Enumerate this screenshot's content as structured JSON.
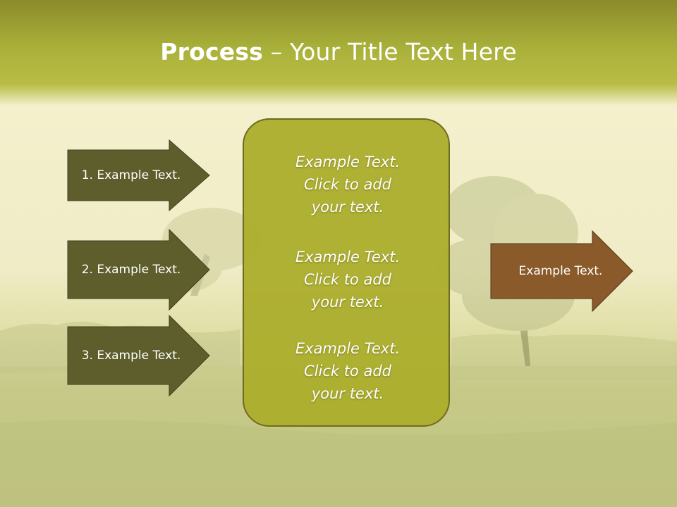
{
  "slide": {
    "title_bold": "Process",
    "title_rest": " – Your Title Text Here"
  },
  "left_arrows": [
    {
      "label": "1. Example Text."
    },
    {
      "label": "2. Example Text."
    },
    {
      "label": "3. Example Text."
    }
  ],
  "center_box": {
    "paragraphs": [
      {
        "line1": "Example Text.",
        "line2": "Click  to add",
        "line3": "your text."
      },
      {
        "line1": "Example Text.",
        "line2": "Click  to add",
        "line3": "your text."
      },
      {
        "line1": "Example Text.",
        "line2": "Click  to add",
        "line3": "your text."
      }
    ]
  },
  "right_arrow": {
    "label": "Example Text."
  },
  "colors": {
    "header": "#aab13a",
    "left_arrow_fill": "#5e5e2d",
    "center_box_fill": "#acae2e",
    "right_arrow_fill": "#8a5a2b"
  }
}
